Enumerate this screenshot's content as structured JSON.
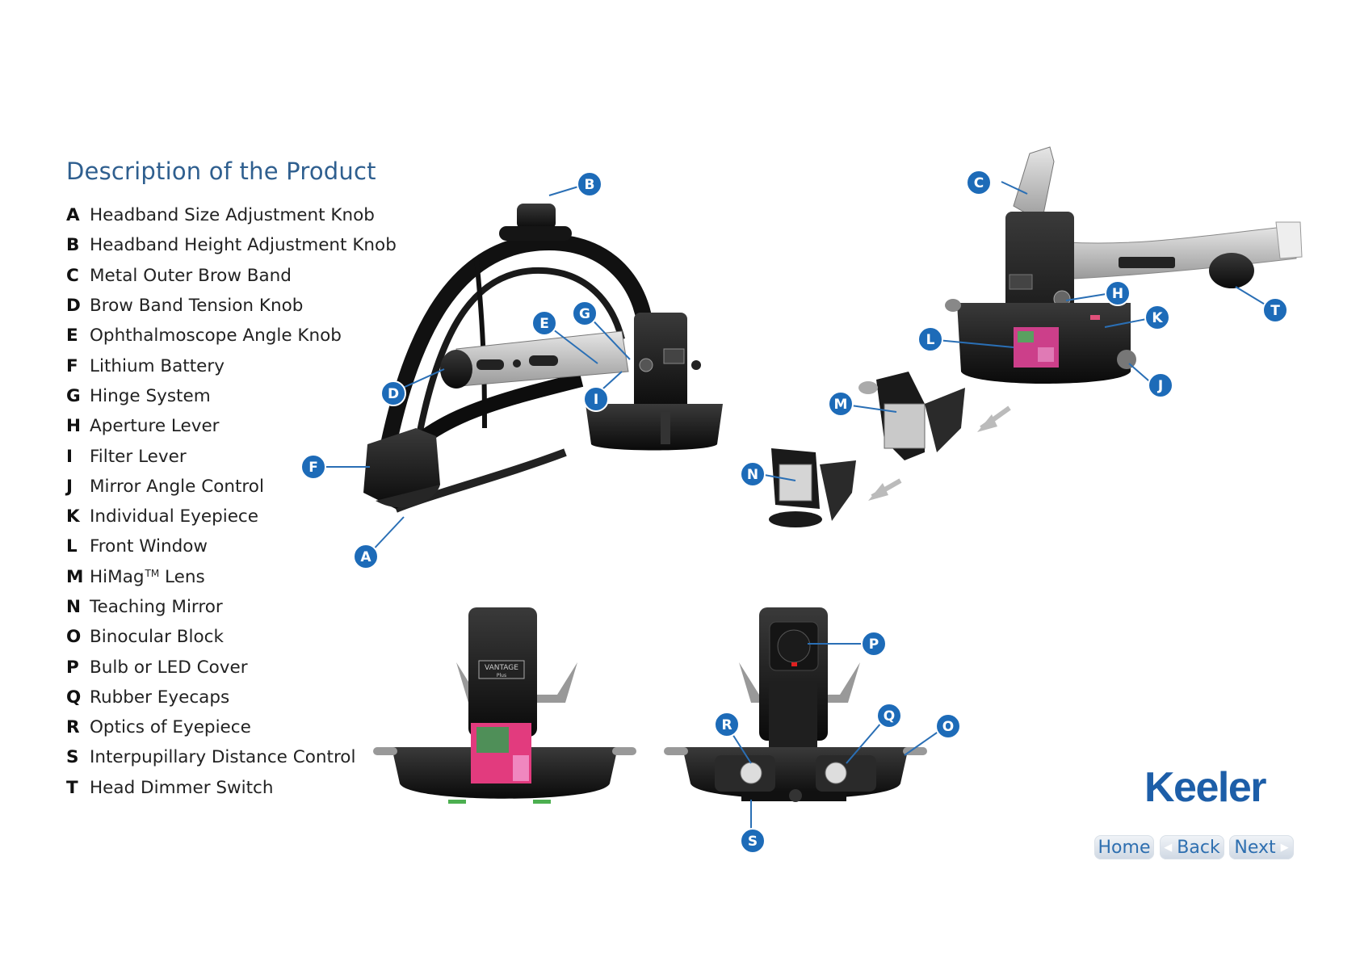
{
  "title": "Description of the Product",
  "parts": [
    {
      "letter": "A",
      "label": "Headband Size Adjustment Knob"
    },
    {
      "letter": "B",
      "label": "Headband Height Adjustment Knob"
    },
    {
      "letter": "C",
      "label": "Metal Outer Brow Band"
    },
    {
      "letter": "D",
      "label": "Brow Band Tension Knob"
    },
    {
      "letter": "E",
      "label": "Ophthalmoscope Angle Knob"
    },
    {
      "letter": "F",
      "label": "Lithium Battery"
    },
    {
      "letter": "G",
      "label": "Hinge System"
    },
    {
      "letter": "H",
      "label": "Aperture Lever"
    },
    {
      "letter": "I",
      "label": "Filter Lever"
    },
    {
      "letter": "J",
      "label": "Mirror Angle Control"
    },
    {
      "letter": "K",
      "label": "Individual Eyepiece"
    },
    {
      "letter": "L",
      "label": "Front Window"
    },
    {
      "letter": "M",
      "label": "HiMag",
      "sup": "TM",
      "label_suffix": " Lens"
    },
    {
      "letter": "N",
      "label": "Teaching Mirror"
    },
    {
      "letter": "O",
      "label": "Binocular Block"
    },
    {
      "letter": "P",
      "label": "Bulb or LED Cover"
    },
    {
      "letter": "Q",
      "label": "Rubber Eyecaps"
    },
    {
      "letter": "R",
      "label": "Optics of Eyepiece"
    },
    {
      "letter": "S",
      "label": "Interpupillary Distance Control"
    },
    {
      "letter": "T",
      "label": "Head Dimmer Switch"
    }
  ],
  "device_text": {
    "front_plate": "VANTAGE",
    "front_plate_sub": "Plus"
  },
  "brand": "Keeler",
  "nav": {
    "home": "Home",
    "back": "Back",
    "next": "Next"
  },
  "colors": {
    "accent": "#1d5ea8",
    "title": "#2f5f8f",
    "callout": "#1d5ea8"
  }
}
